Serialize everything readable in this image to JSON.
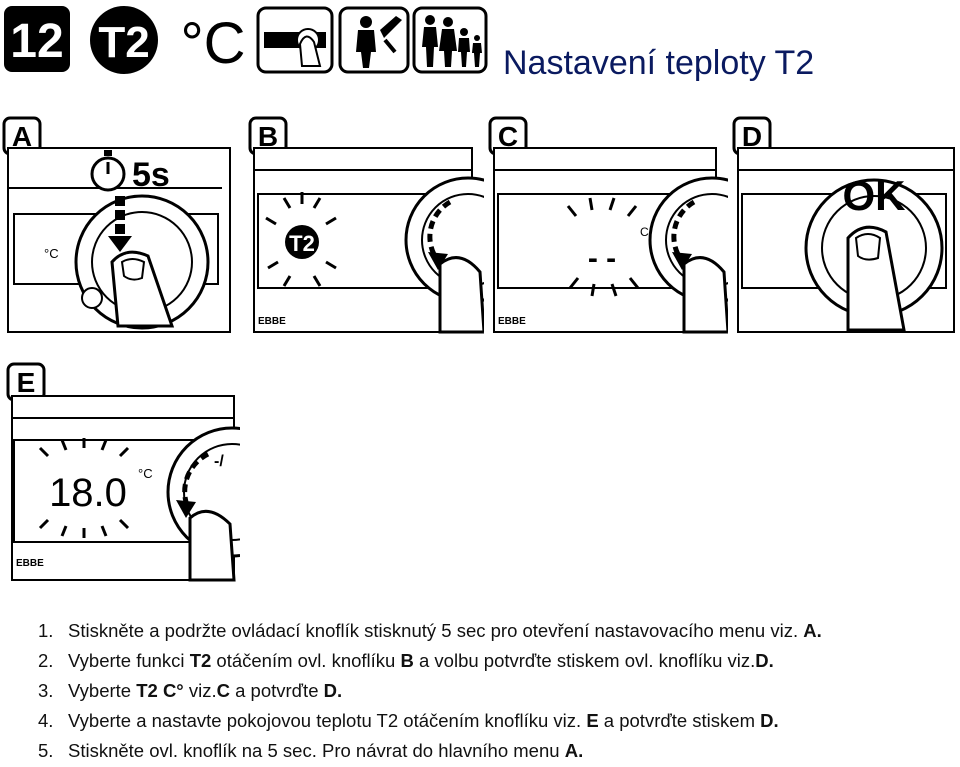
{
  "header": {
    "icons": [
      "program-12-icon",
      "t2-icon",
      "celsius-icon",
      "press-button-icon",
      "installer-icon",
      "family-icon"
    ],
    "icon_text": {
      "twelve": "12",
      "t2": "T2",
      "celsius": "°C"
    },
    "title": "Nastavení teploty T2"
  },
  "panels": [
    {
      "letter": "A",
      "timer": "5s"
    },
    {
      "letter": "B",
      "display": "T2",
      "brand": "EBBE"
    },
    {
      "letter": "C",
      "display": "- -",
      "unit": "C",
      "brand": "EBBE"
    },
    {
      "letter": "D",
      "confirm": "OK"
    },
    {
      "letter": "E",
      "display": "18.0",
      "unit": "°C",
      "brand": "EBBE",
      "knob_symbol": "-/"
    }
  ],
  "panel_a_unit": "°C",
  "steps": [
    {
      "num": "1.",
      "parts": [
        {
          "t": "Stiskněte a podržte ovládací knoflík stisknutý 5 sec pro otevření nastavovacího menu viz. "
        },
        {
          "t": "A.",
          "b": true
        }
      ]
    },
    {
      "num": "2.",
      "parts": [
        {
          "t": "Vyberte funkci "
        },
        {
          "t": "T2",
          "b": true
        },
        {
          "t": " otáčením ovl. knoflíku "
        },
        {
          "t": "B",
          "b": true
        },
        {
          "t": " a volbu potvrďte stiskem ovl. knoflíku viz."
        },
        {
          "t": "D.",
          "b": true
        }
      ]
    },
    {
      "num": "3.",
      "parts": [
        {
          "t": "Vyberte "
        },
        {
          "t": "T2 C°",
          "b": true
        },
        {
          "t": " viz."
        },
        {
          "t": "C",
          "b": true
        },
        {
          "t": " a potvrďte "
        },
        {
          "t": "D.",
          "b": true
        }
      ]
    },
    {
      "num": "4.",
      "parts": [
        {
          "t": "Vyberte a nastavte pokojovou teplotu T2 otáčením knoflíku viz. "
        },
        {
          "t": "E",
          "b": true
        },
        {
          "t": " a potvrďte stiskem "
        },
        {
          "t": "D.",
          "b": true
        }
      ]
    },
    {
      "num": "5.",
      "parts": [
        {
          "t": "Stiskněte  ovl. knoflík na 5 sec. Pro návrat do hlavního menu "
        },
        {
          "t": "A.",
          "b": true
        }
      ]
    }
  ]
}
